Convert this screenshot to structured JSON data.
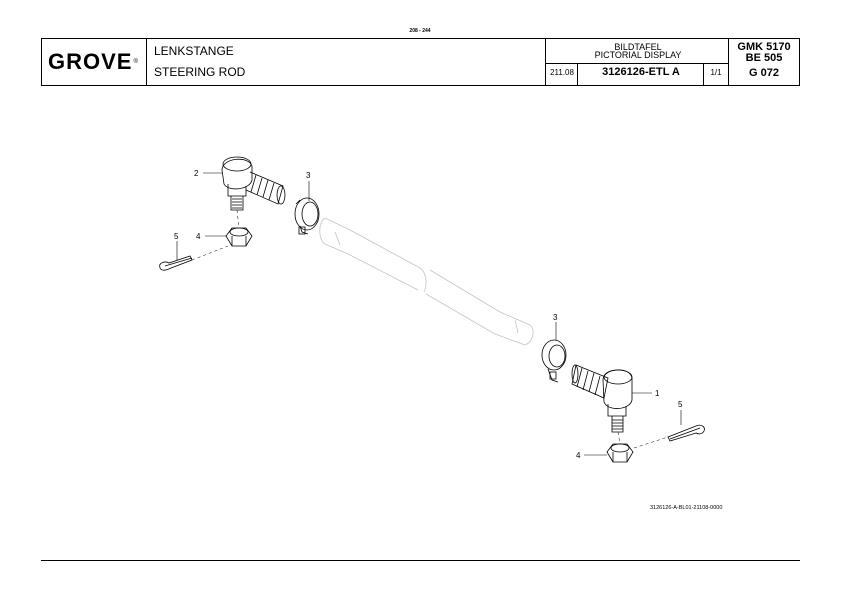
{
  "header": {
    "page_code": "208 - 244",
    "logo": "GROVE",
    "logo_mark": "®",
    "name_de": "LENKSTANGE",
    "name_en": "STEERING ROD",
    "pictorial_de": "BILDTAFEL",
    "pictorial_en": "PICTORIAL DISPLAY",
    "date": "211.08",
    "part_number": "3126126-ETL A",
    "sheet": "1/1",
    "model_line1": "GMK 5170",
    "model_line2": "BE 505",
    "group": "G 072"
  },
  "drawing": {
    "callouts": [
      "2",
      "3",
      "4",
      "5",
      "3",
      "1",
      "5",
      "4"
    ],
    "reference": "3126126-A-BL01-21108-0000"
  },
  "colors": {
    "line": "#000000",
    "light_line": "#bdbdbd"
  }
}
